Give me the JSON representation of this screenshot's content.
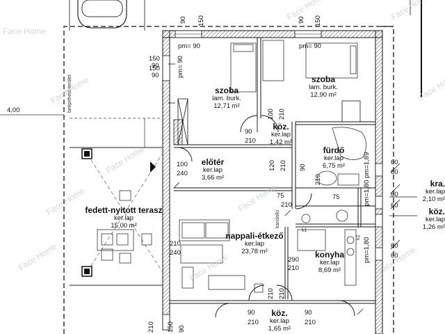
{
  "watermark": "Face Home",
  "rooms": {
    "szoba1": {
      "name": "szoba",
      "floor": "lam. burk.",
      "area": "12,71 m²"
    },
    "szoba2": {
      "name": "szoba",
      "floor": "lam. burk.",
      "area": "12,90 m²"
    },
    "koz1": {
      "name": "köz.",
      "floor": "ker.lap",
      "area": "1,42 m²"
    },
    "furdo": {
      "name": "fürdő",
      "floor": "ker.lap",
      "area": "6,75 m²"
    },
    "eloter": {
      "name": "előtér",
      "floor": "ker.lap",
      "area": "3,66 m²"
    },
    "terasz": {
      "name": "fedett-nyitott terasz",
      "floor": "ker.lap",
      "area": "15,00 m²"
    },
    "nappali": {
      "name": "nappali-étkező",
      "floor": "ker.lap",
      "area": "23,78 m²"
    },
    "konyha": {
      "name": "konyha",
      "floor": "ker.lap",
      "area": "8,69 m²"
    },
    "koz2": {
      "name": "köz.",
      "floor": "ker.lap",
      "area": "1,65 m²"
    },
    "kra": {
      "name": "kra.",
      "floor": "ker.lap",
      "area": "2,10 m²"
    },
    "koz3": {
      "name": "köz.",
      "floor": "ker.lap",
      "area": "1,26 m²"
    }
  },
  "annotations": {
    "beepitheto": "beépíthető terület",
    "kandallo": "kandalló",
    "k1": "k1",
    "k2": "k2",
    "dim_400": "4,00"
  },
  "dims": {
    "d90a": "90",
    "d150a": "150",
    "d90b": "90",
    "d150b": "150",
    "pm90a": "pm= 90",
    "pm90b": "pm= 90",
    "l150a": "150",
    "l90a": "90",
    "l150b": "150",
    "l90b": "90",
    "pm90c": "pm= 90",
    "d100a": "100",
    "d210a": "210",
    "d90c": "90",
    "d210b": "210",
    "d100b": "100",
    "d240a": "240",
    "d120": "120",
    "d210c": "210",
    "d90d": "90",
    "d210d": "210",
    "d75a": "75",
    "d210e": "210",
    "d75b": "75",
    "d60a": "60",
    "d60b": "60",
    "d60c": "60",
    "d60d": "60",
    "d60e": "60",
    "d60f": "60",
    "pm189": "pm=1,89",
    "pm180a": "pm=1,80",
    "pm180b": "pm=1,80",
    "d210f": "210",
    "d240b": "240",
    "d290": "290",
    "d210g": "210",
    "d90e": "90",
    "d210h": "210",
    "d90f": "90",
    "d210i": "210",
    "d210j": "210",
    "d210k": "210",
    "d150c": "150",
    "d90g": "90",
    "d210l": "210"
  }
}
